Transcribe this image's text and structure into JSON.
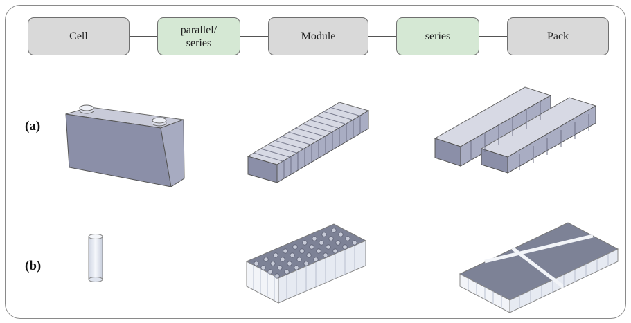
{
  "flow": {
    "cell": "Cell",
    "parallel_series": "parallel/\nseries",
    "module": "Module",
    "series": "series",
    "pack": "Pack"
  },
  "rows": {
    "a": "(a)",
    "b": "(b)"
  },
  "colors": {
    "stage_fill": "#d9d9d9",
    "operation_fill": "#d5e8d4",
    "cell_face": "#8b8fa8",
    "cell_top": "#c9cbd9",
    "cylinder": "#e8ecf4"
  }
}
